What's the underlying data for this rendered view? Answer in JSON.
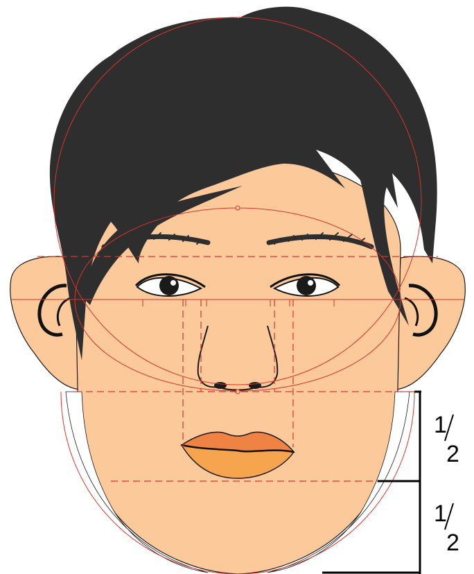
{
  "diagram": {
    "proportions": [
      {
        "numerator": "1",
        "denominator": "2"
      },
      {
        "numerator": "1",
        "denominator": "2"
      }
    ]
  },
  "colors": {
    "skin": "#FBC99A",
    "hair": "#2E2E2E",
    "upper_lip": "#EF8344",
    "lower_lip": "#F6A44D",
    "guide_lines": "#D9342B",
    "bracket": "#000000",
    "jaw_cutout": "#FFFFFF"
  }
}
